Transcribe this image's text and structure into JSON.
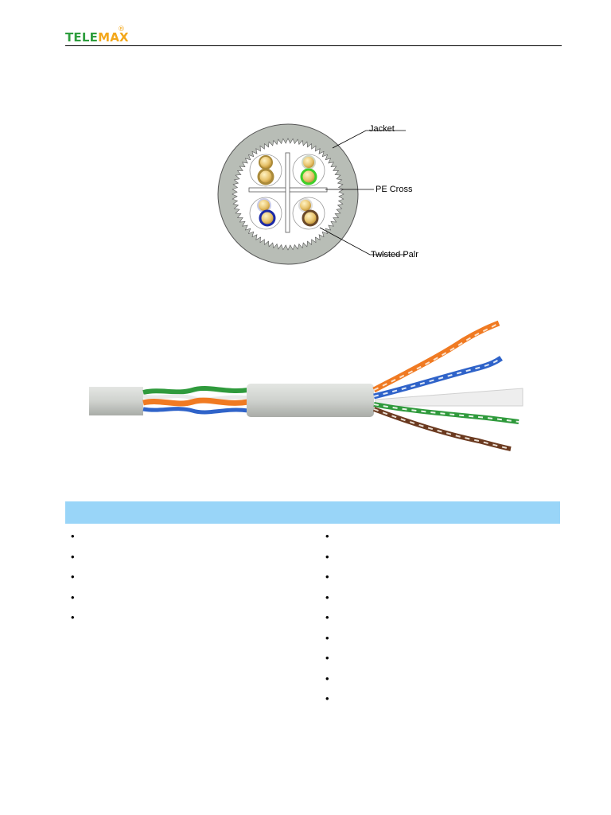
{
  "header": {
    "logo_part1": "TELE",
    "logo_part2": "MAX",
    "logo_mark": "®"
  },
  "cross_section": {
    "labels": {
      "jacket": "Jacket",
      "pe_cross": "PE Cross",
      "twisted_pair": "Twlsted Palr"
    }
  },
  "colors": {
    "features_bar": "#99d5f8",
    "jacket_gray": "#b8bdb6",
    "logo_green": "#2e9e3e",
    "logo_orange": "#f3a71a"
  },
  "features": {
    "left_bullet_count": 5,
    "right_bullet_count": 9
  }
}
